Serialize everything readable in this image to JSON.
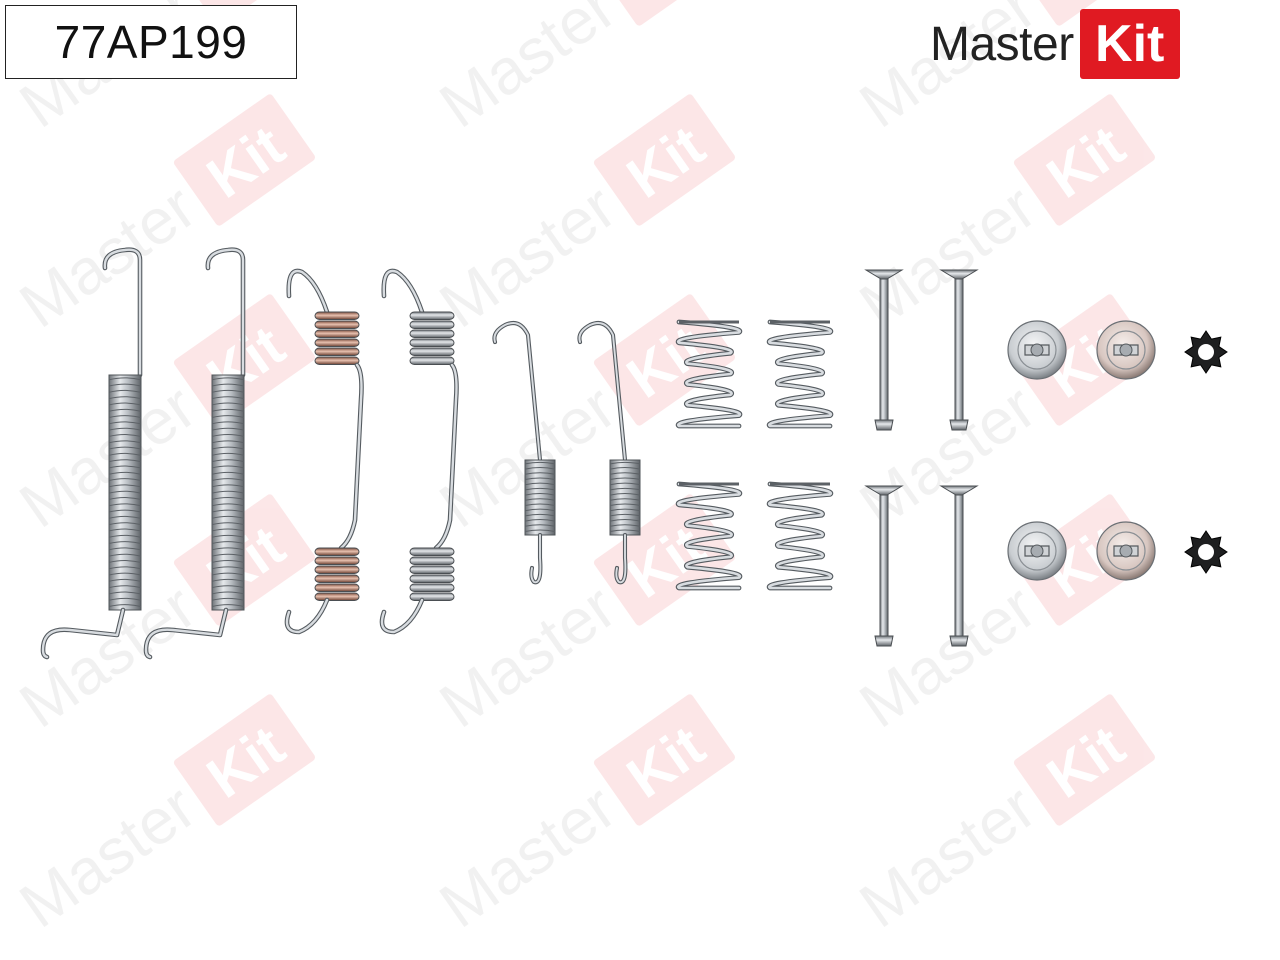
{
  "product": {
    "code": "77AP199"
  },
  "brand": {
    "word": "Master",
    "box_text": "Kit",
    "box_color": "#e01a22"
  },
  "watermark": {
    "word": "Master",
    "box_text": "Kit"
  },
  "parts": [
    "long-tension-spring",
    "long-tension-spring",
    "copper-hook-spring",
    "copper-hook-spring",
    "small-hook-spring",
    "small-hook-spring",
    "compression-spring",
    "compression-spring",
    "compression-spring",
    "compression-spring",
    "hold-down-pin",
    "hold-down-pin",
    "hold-down-pin",
    "hold-down-pin",
    "retainer-cup",
    "retainer-cup",
    "retainer-cup",
    "retainer-cup",
    "lock-clip",
    "lock-clip"
  ]
}
